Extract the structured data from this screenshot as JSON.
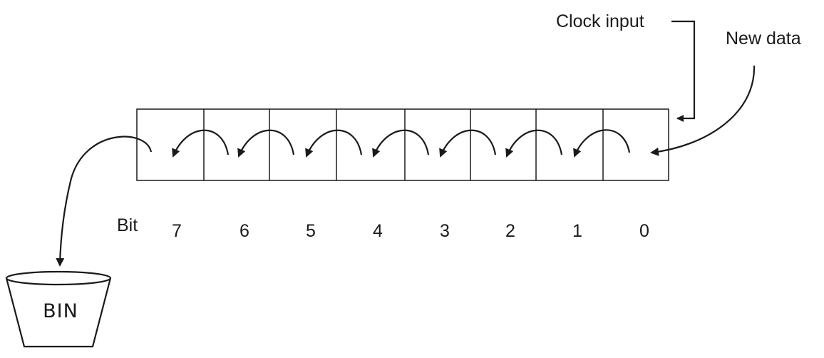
{
  "labels": {
    "clock_input": "Clock input",
    "new_data": "New data",
    "bit": "Bit",
    "bin": "BIN"
  },
  "bits": [
    "7",
    "6",
    "5",
    "4",
    "3",
    "2",
    "1",
    "0"
  ],
  "colors": {
    "ink": "#1a1a1a",
    "background": "#ffffff"
  }
}
